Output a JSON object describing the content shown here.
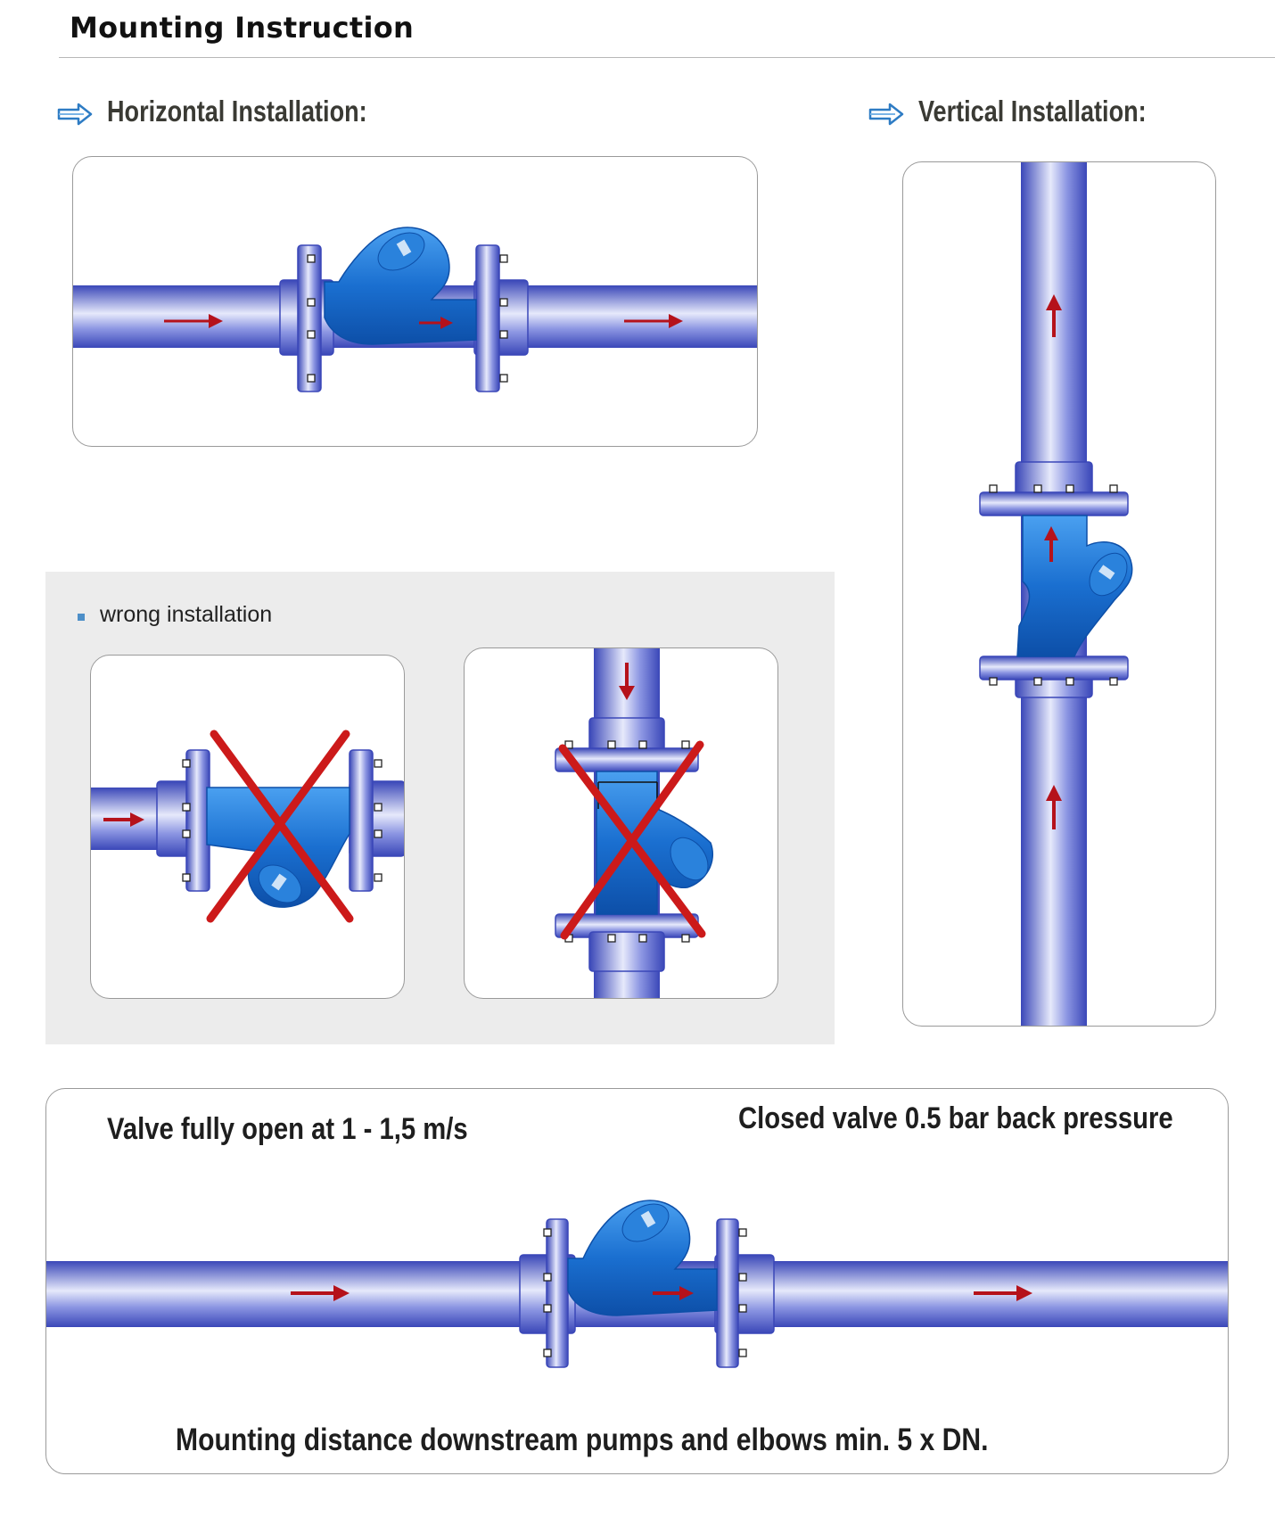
{
  "page_title": "Mounting Instruction",
  "horizontal": {
    "heading": "Horizontal Installation:",
    "icon": "flow-arrow-icon"
  },
  "vertical": {
    "heading": "Vertical Installation:",
    "icon": "flow-arrow-icon"
  },
  "wrong": {
    "label": "wrong installation"
  },
  "bottom": {
    "valve_open_text": "Valve fully open at  1 - 1,5 m/s",
    "closed_valve_text": "Closed valve 0.5 bar back pressure",
    "mounting_distance_text": "Mounting distance downstream pumps and elbows min. 5 x DN."
  },
  "colors": {
    "pipe": "#6a78d8",
    "valve": "#1a6fd0",
    "flow_arrow": "#b5121b",
    "cross": "#cc1a1a"
  }
}
